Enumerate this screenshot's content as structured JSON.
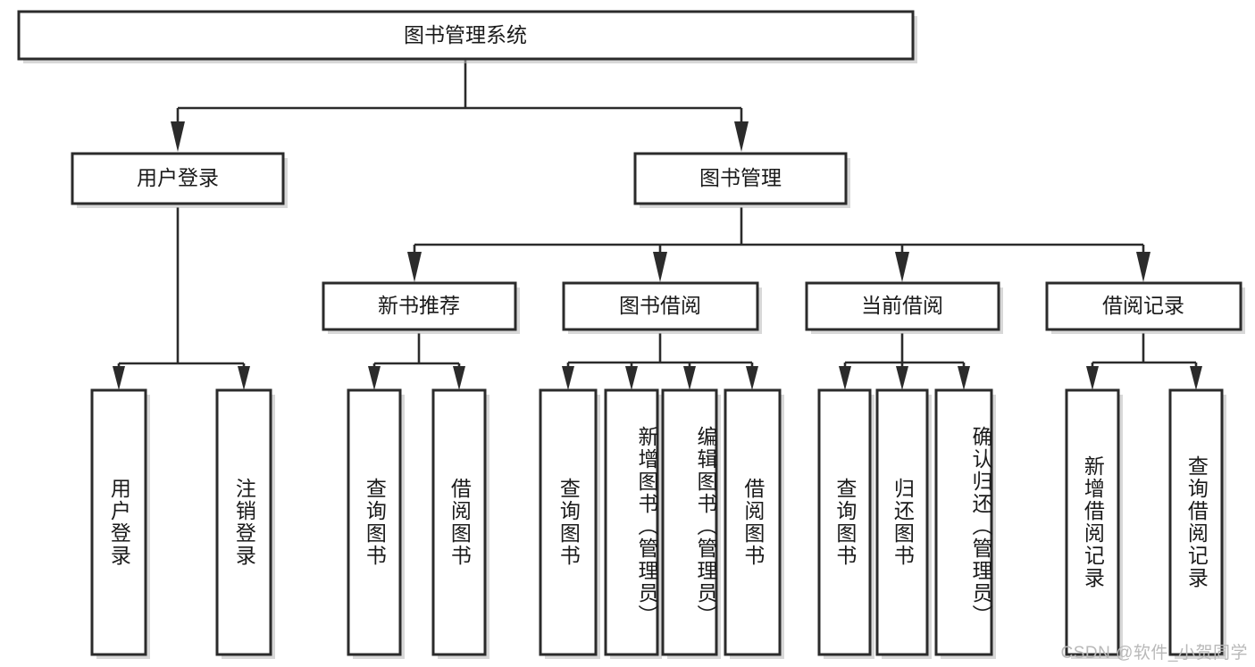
{
  "diagram": {
    "type": "tree",
    "title": "图书管理系统",
    "watermark": "CSDN @软件_小贺同学",
    "colors": {
      "box_fill": "#ffffff",
      "box_stroke": "#2b2b2b",
      "connector": "#2b2b2b",
      "text": "#1a1a1a",
      "watermark": "#b9b9b9"
    },
    "root": {
      "label": "图书管理系统"
    },
    "level2": [
      {
        "label": "用户登录"
      },
      {
        "label": "图书管理"
      }
    ],
    "level3": [
      {
        "label": "新书推荐"
      },
      {
        "label": "图书借阅"
      },
      {
        "label": "当前借阅"
      },
      {
        "label": "借阅记录"
      }
    ],
    "leaves": {
      "user_login": [
        {
          "label": "用户登录"
        },
        {
          "label": "注销登录"
        }
      ],
      "new_book_recommend": [
        {
          "label": "查询图书"
        },
        {
          "label": "借阅图书"
        }
      ],
      "book_borrow": [
        {
          "label": "查询图书"
        },
        {
          "label": "新增图书（管理员）"
        },
        {
          "label": "编辑图书（管理员）"
        },
        {
          "label": "借阅图书"
        }
      ],
      "current_borrow": [
        {
          "label": "查询图书"
        },
        {
          "label": "归还图书"
        },
        {
          "label": "确认归还（管理员）"
        }
      ],
      "borrow_records": [
        {
          "label": "新增借阅记录"
        },
        {
          "label": "查询借阅记录"
        }
      ]
    }
  }
}
